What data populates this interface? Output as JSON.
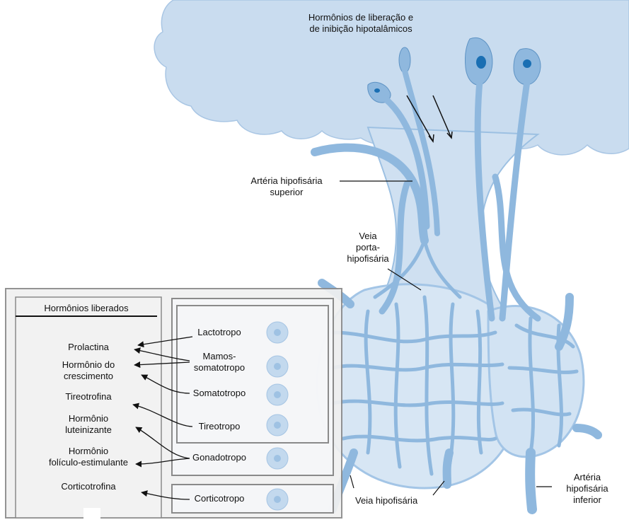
{
  "labels": {
    "hypothalamic_hormones": [
      "Hormônios de liberação e",
      "de inibição hipotalâmicos"
    ],
    "superior_artery": [
      "Artéria hipofisária",
      "superior"
    ],
    "portal_vein": [
      "Veia",
      "porta-",
      "hipofisária"
    ],
    "hypophyseal_vein": "Veia hipofisária",
    "inferior_artery": [
      "Artéria",
      "hipofisária",
      "inferior"
    ]
  },
  "hormones_panel": {
    "title": "Hormônios liberados",
    "hormones": [
      [
        "Prolactina"
      ],
      [
        "Hormônio do",
        "crescimento"
      ],
      [
        "Tireotrofina"
      ],
      [
        "Hormônio",
        "luteinizante"
      ],
      [
        "Hormônio",
        "folículo-estimulante"
      ],
      [
        "Corticotrofina"
      ]
    ]
  },
  "cells": [
    [
      "Lactotropo"
    ],
    [
      "Mamos-",
      "somatotropo"
    ],
    [
      "Somatotropo"
    ],
    [
      "Tireotropo"
    ],
    [
      "Gonadotropo"
    ],
    [
      "Corticotropo"
    ]
  ],
  "colors": {
    "tissue": "#c9dcef",
    "vessel": "#8fb8de",
    "vessel_dark": "#5e93c4",
    "panel": "#f0f0f0",
    "panel_border": "#8a8a8a",
    "cell_nucleus": "#1a6fb3"
  }
}
